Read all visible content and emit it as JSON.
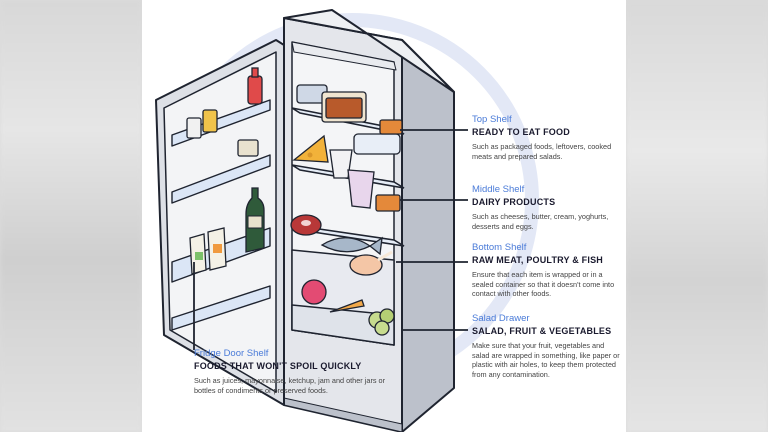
{
  "sections": {
    "top_shelf": {
      "title": "Top Shelf",
      "heading": "READY TO EAT FOOD",
      "description": "Such as packaged foods, leftovers, cooked meats and prepared salads."
    },
    "middle_shelf": {
      "title": "Middle Shelf",
      "heading": "DAIRY PRODUCTS",
      "description": "Such as cheeses, butter, cream, yoghurts, desserts and eggs."
    },
    "bottom_shelf": {
      "title": "Bottom Shelf",
      "heading": "RAW MEAT, POULTRY & FISH",
      "description": "Ensure that each item is wrapped or in a sealed container so that it doesn't come into contact with other foods."
    },
    "salad_drawer": {
      "title": "Salad Drawer",
      "heading": "SALAD, FRUIT & VEGETABLES",
      "description": "Make sure that your fruit, vegetables and salad are wrapped in something, like paper or plastic with air holes, to keep them protected from any contamination."
    },
    "fridge_door_shelf": {
      "title": "Fridge Door Shelf",
      "heading": "FOODS THAT WON'T SPOIL QUICKLY",
      "description": "Such as juices, mayonnaise, ketchup, jam and other jars or bottles of condiments or preserved foods."
    }
  },
  "colors": {
    "accent_title": "#4a7bd8",
    "heading": "#1a1a2e",
    "fridge_body": "#dfe1e6",
    "background_circle": "#e3e8f6"
  },
  "icons": [
    "ketchup-bottle-icon",
    "jar-icon",
    "wine-bottle-icon",
    "juice-carton-icon",
    "cheese-icon",
    "yoghurt-icon",
    "steak-icon",
    "fish-icon",
    "chicken-icon",
    "carrot-icon",
    "broccoli-icon",
    "tomato-icon"
  ]
}
